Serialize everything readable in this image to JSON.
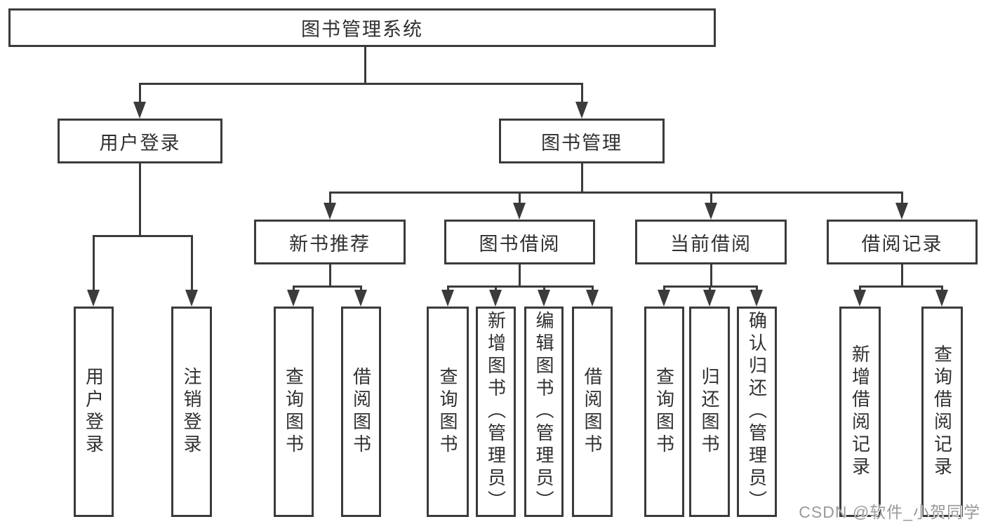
{
  "diagram_type": "hierarchy-flowchart",
  "watermark": "CSDN @软件_小贺同学",
  "colors": {
    "line": "#3b3b3b",
    "text": "#303030",
    "background": "#ffffff",
    "watermark": "#9a9a9a"
  },
  "tree": {
    "label": "图书管理系统",
    "children": [
      {
        "label": "用户登录",
        "children": [
          {
            "label": "用户登录"
          },
          {
            "label": "注销登录"
          }
        ]
      },
      {
        "label": "图书管理",
        "children": [
          {
            "label": "新书推荐",
            "children": [
              {
                "label": "查询图书"
              },
              {
                "label": "借阅图书"
              }
            ]
          },
          {
            "label": "图书借阅",
            "children": [
              {
                "label": "查询图书"
              },
              {
                "label": "新增图书（管理员）"
              },
              {
                "label": "编辑图书（管理员）"
              },
              {
                "label": "借阅图书"
              }
            ]
          },
          {
            "label": "当前借阅",
            "children": [
              {
                "label": "查询图书"
              },
              {
                "label": "归还图书"
              },
              {
                "label": "确认归还（管理员）"
              }
            ]
          },
          {
            "label": "借阅记录",
            "children": [
              {
                "label": "新增借阅记录"
              },
              {
                "label": "查询借阅记录"
              }
            ]
          }
        ]
      }
    ]
  }
}
